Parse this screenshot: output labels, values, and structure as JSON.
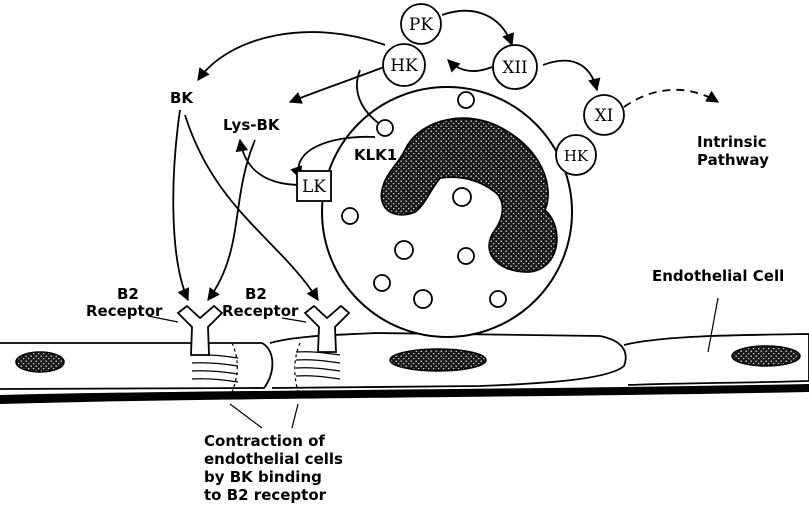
{
  "labels": {
    "bk": "BK",
    "lys_bk": "Lys-BK",
    "klk1": "KLK1",
    "b2_receptor_left_line1": "B2",
    "b2_receptor_left_line2": "Receptor",
    "b2_receptor_right_line1": "B2",
    "b2_receptor_right_line2": "Receptor",
    "endothelial_cell": "Endothelial Cell",
    "intrinsic_line1": "Intrinsic",
    "intrinsic_line2": "Pathway",
    "contraction_line1": "Contraction of",
    "contraction_line2": "endothelial cells",
    "contraction_line3": "by BK binding",
    "contraction_line4": "to B2 receptor"
  },
  "nodes": {
    "pk": "PK",
    "hk_top": "HK",
    "xii": "XII",
    "xi": "XI",
    "hk_right": "HK",
    "lk": "LK"
  },
  "colors": {
    "ink": "#000000",
    "background": "#ffffff"
  }
}
